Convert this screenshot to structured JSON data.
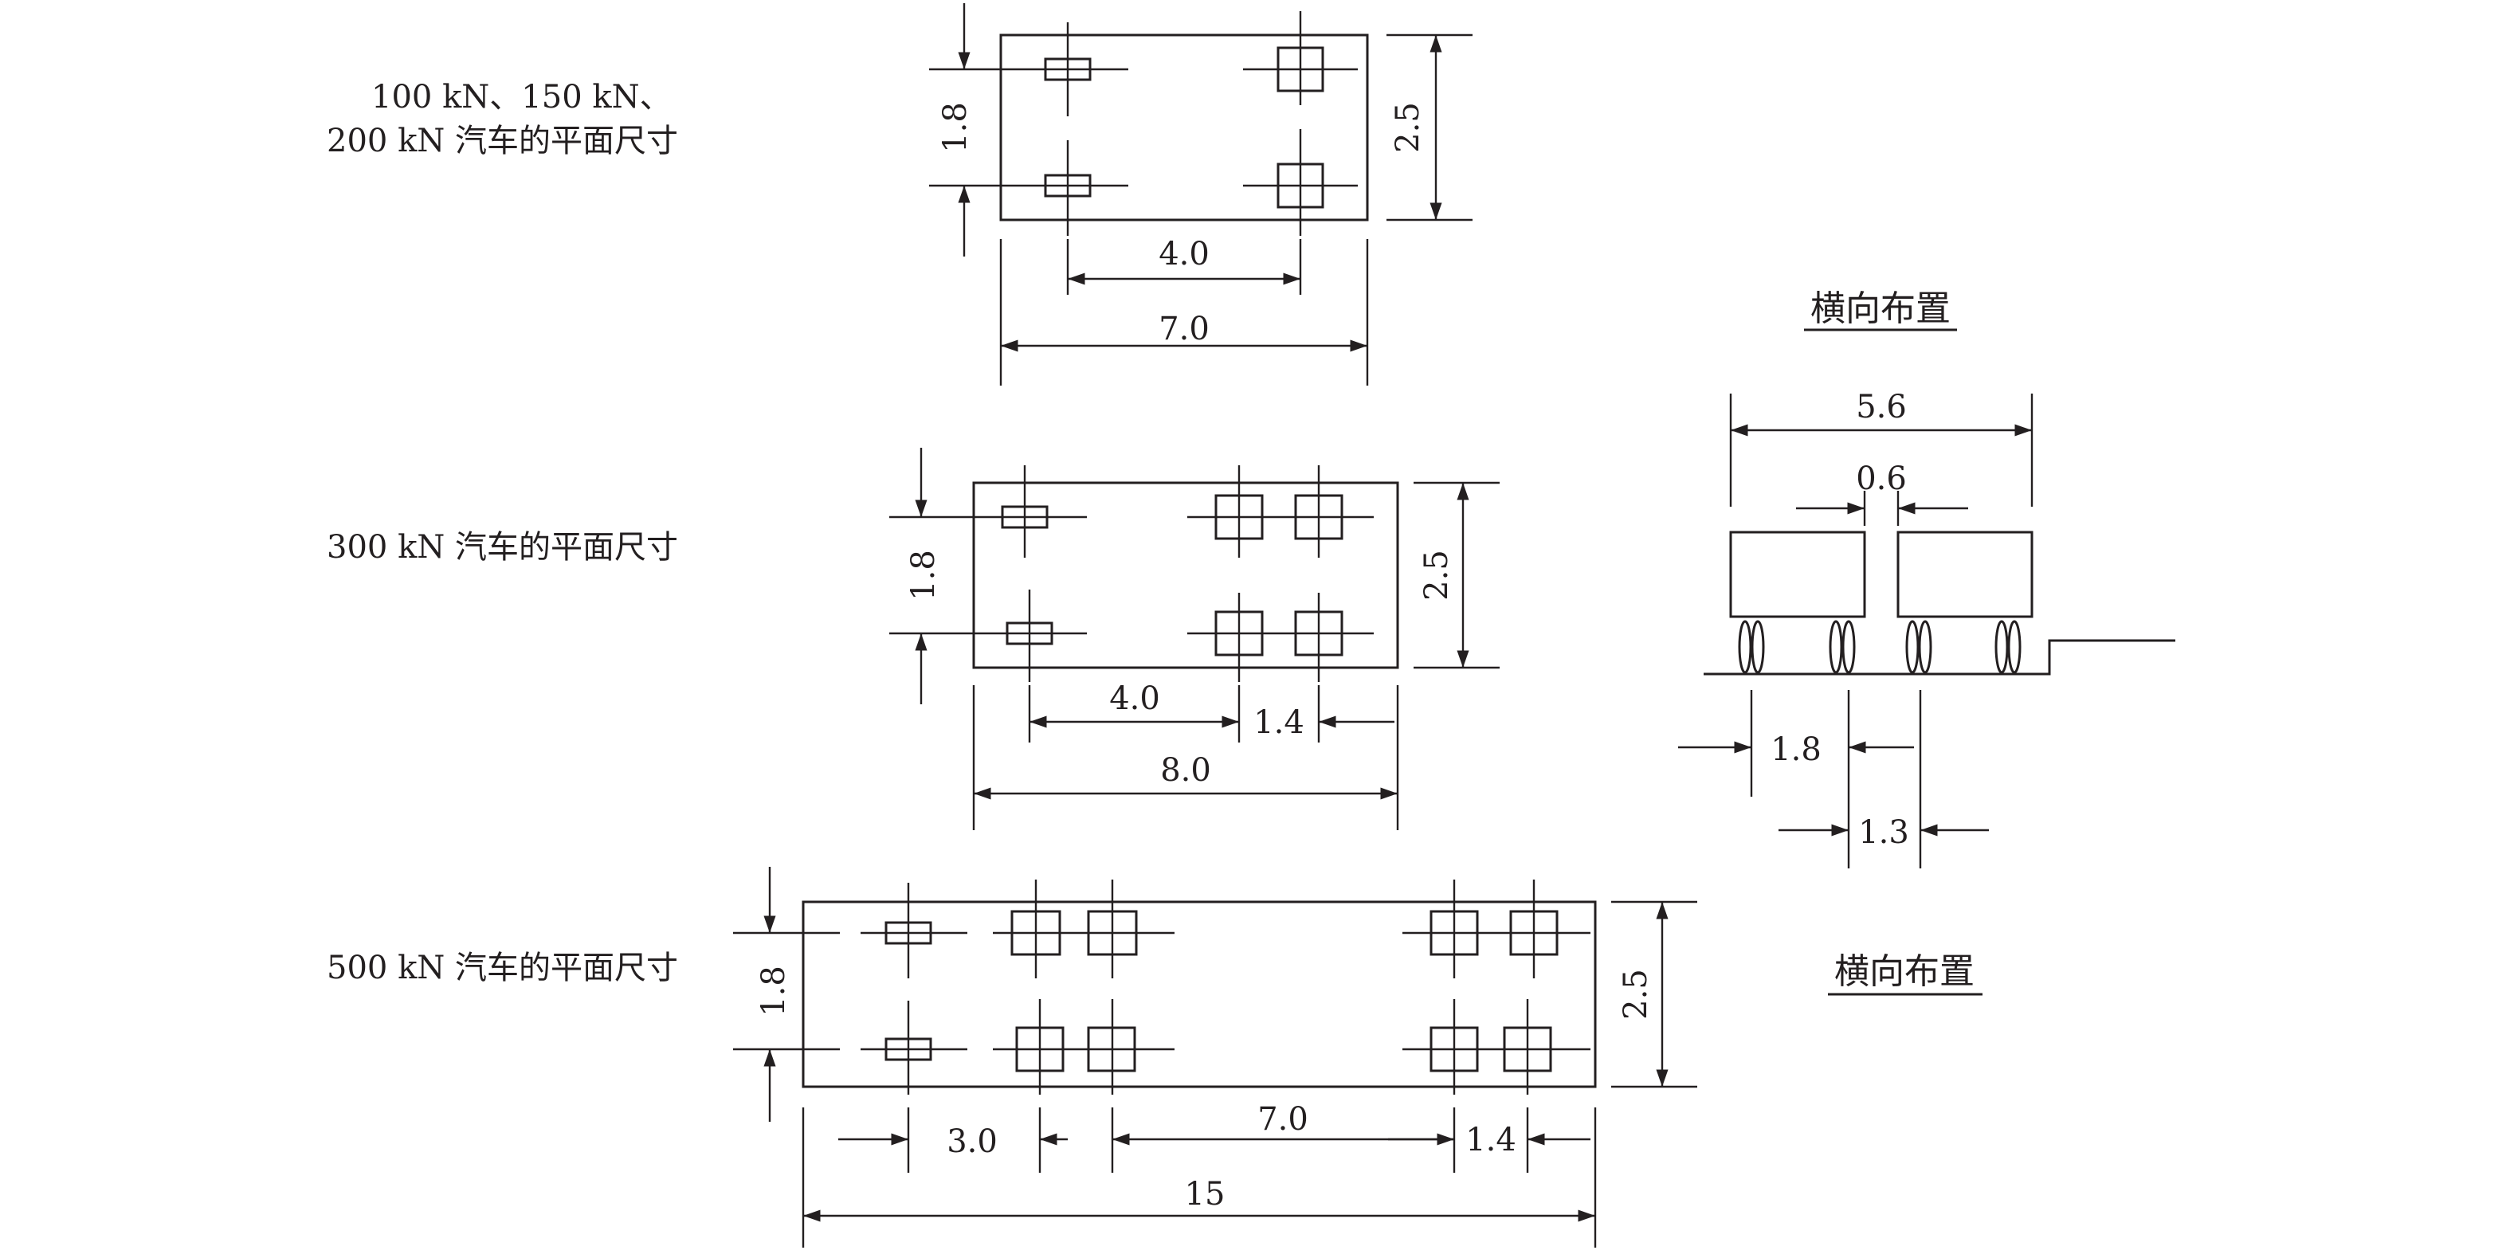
{
  "diagram_1": {
    "caption_line1": "100 kN、150 kN、",
    "caption_line2": "200 kN 汽车的平面尺寸",
    "dim_width": "1.8",
    "dim_body_width": "2.5",
    "dim_axle": "4.0",
    "dim_length": "7.0"
  },
  "diagram_2": {
    "caption": "300 kN 汽车的平面尺寸",
    "dim_width": "1.8",
    "dim_body_width": "2.5",
    "dim_axle": "4.0",
    "dim_rear_axle": "1.4",
    "dim_length": "8.0"
  },
  "diagram_3": {
    "caption": "500 kN 汽车的平面尺寸",
    "dim_width": "1.8",
    "dim_body_width": "2.5",
    "dim_front": "3.0",
    "dim_middle": "7.0",
    "dim_rear_axle": "1.4",
    "dim_length": "15"
  },
  "transverse": {
    "title": "横向布置",
    "dim_total": "5.6",
    "dim_gap": "0.6",
    "dim_track": "1.8",
    "dim_spacing": "1.3"
  },
  "transverse_label_2": "横向布置"
}
